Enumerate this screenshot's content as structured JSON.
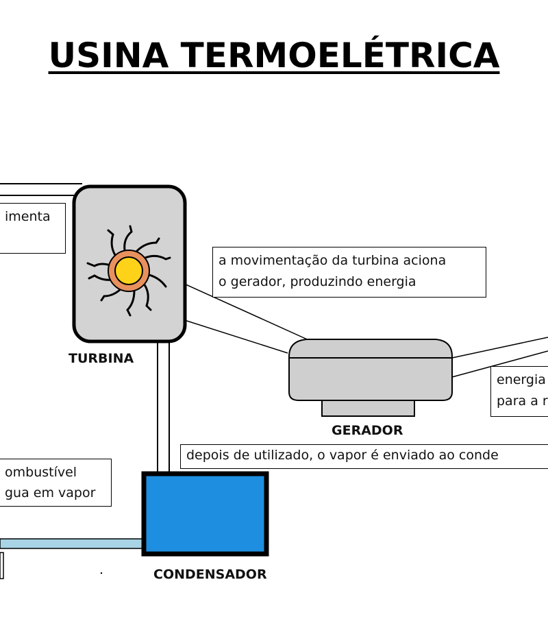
{
  "title": "USINA TERMOELÉTRICA",
  "components": {
    "turbine": "TURBINA",
    "generator": "GERADOR",
    "condenser": "CONDENSADOR"
  },
  "notes": {
    "top_left": [
      "imenta",
      ""
    ],
    "turbine_generator": [
      "a movimentação da turbina aciona",
      "o gerador, produzindo energia"
    ],
    "generator_right": [
      "energia",
      "para a r"
    ],
    "condenser_top": [
      "depois de utilizado, o vapor é enviado ao conde"
    ],
    "fuel_left": [
      "ombustível",
      "gua em vapor"
    ]
  },
  "colors": {
    "turbine_fill": "#d3d3d3",
    "generator_fill": "#cfcfcf",
    "condenser_fill": "#1e8ee0",
    "rotor_ring": "#e8915e",
    "rotor_core": "#ffd21a",
    "water_pipe": "#a9d4e6"
  }
}
